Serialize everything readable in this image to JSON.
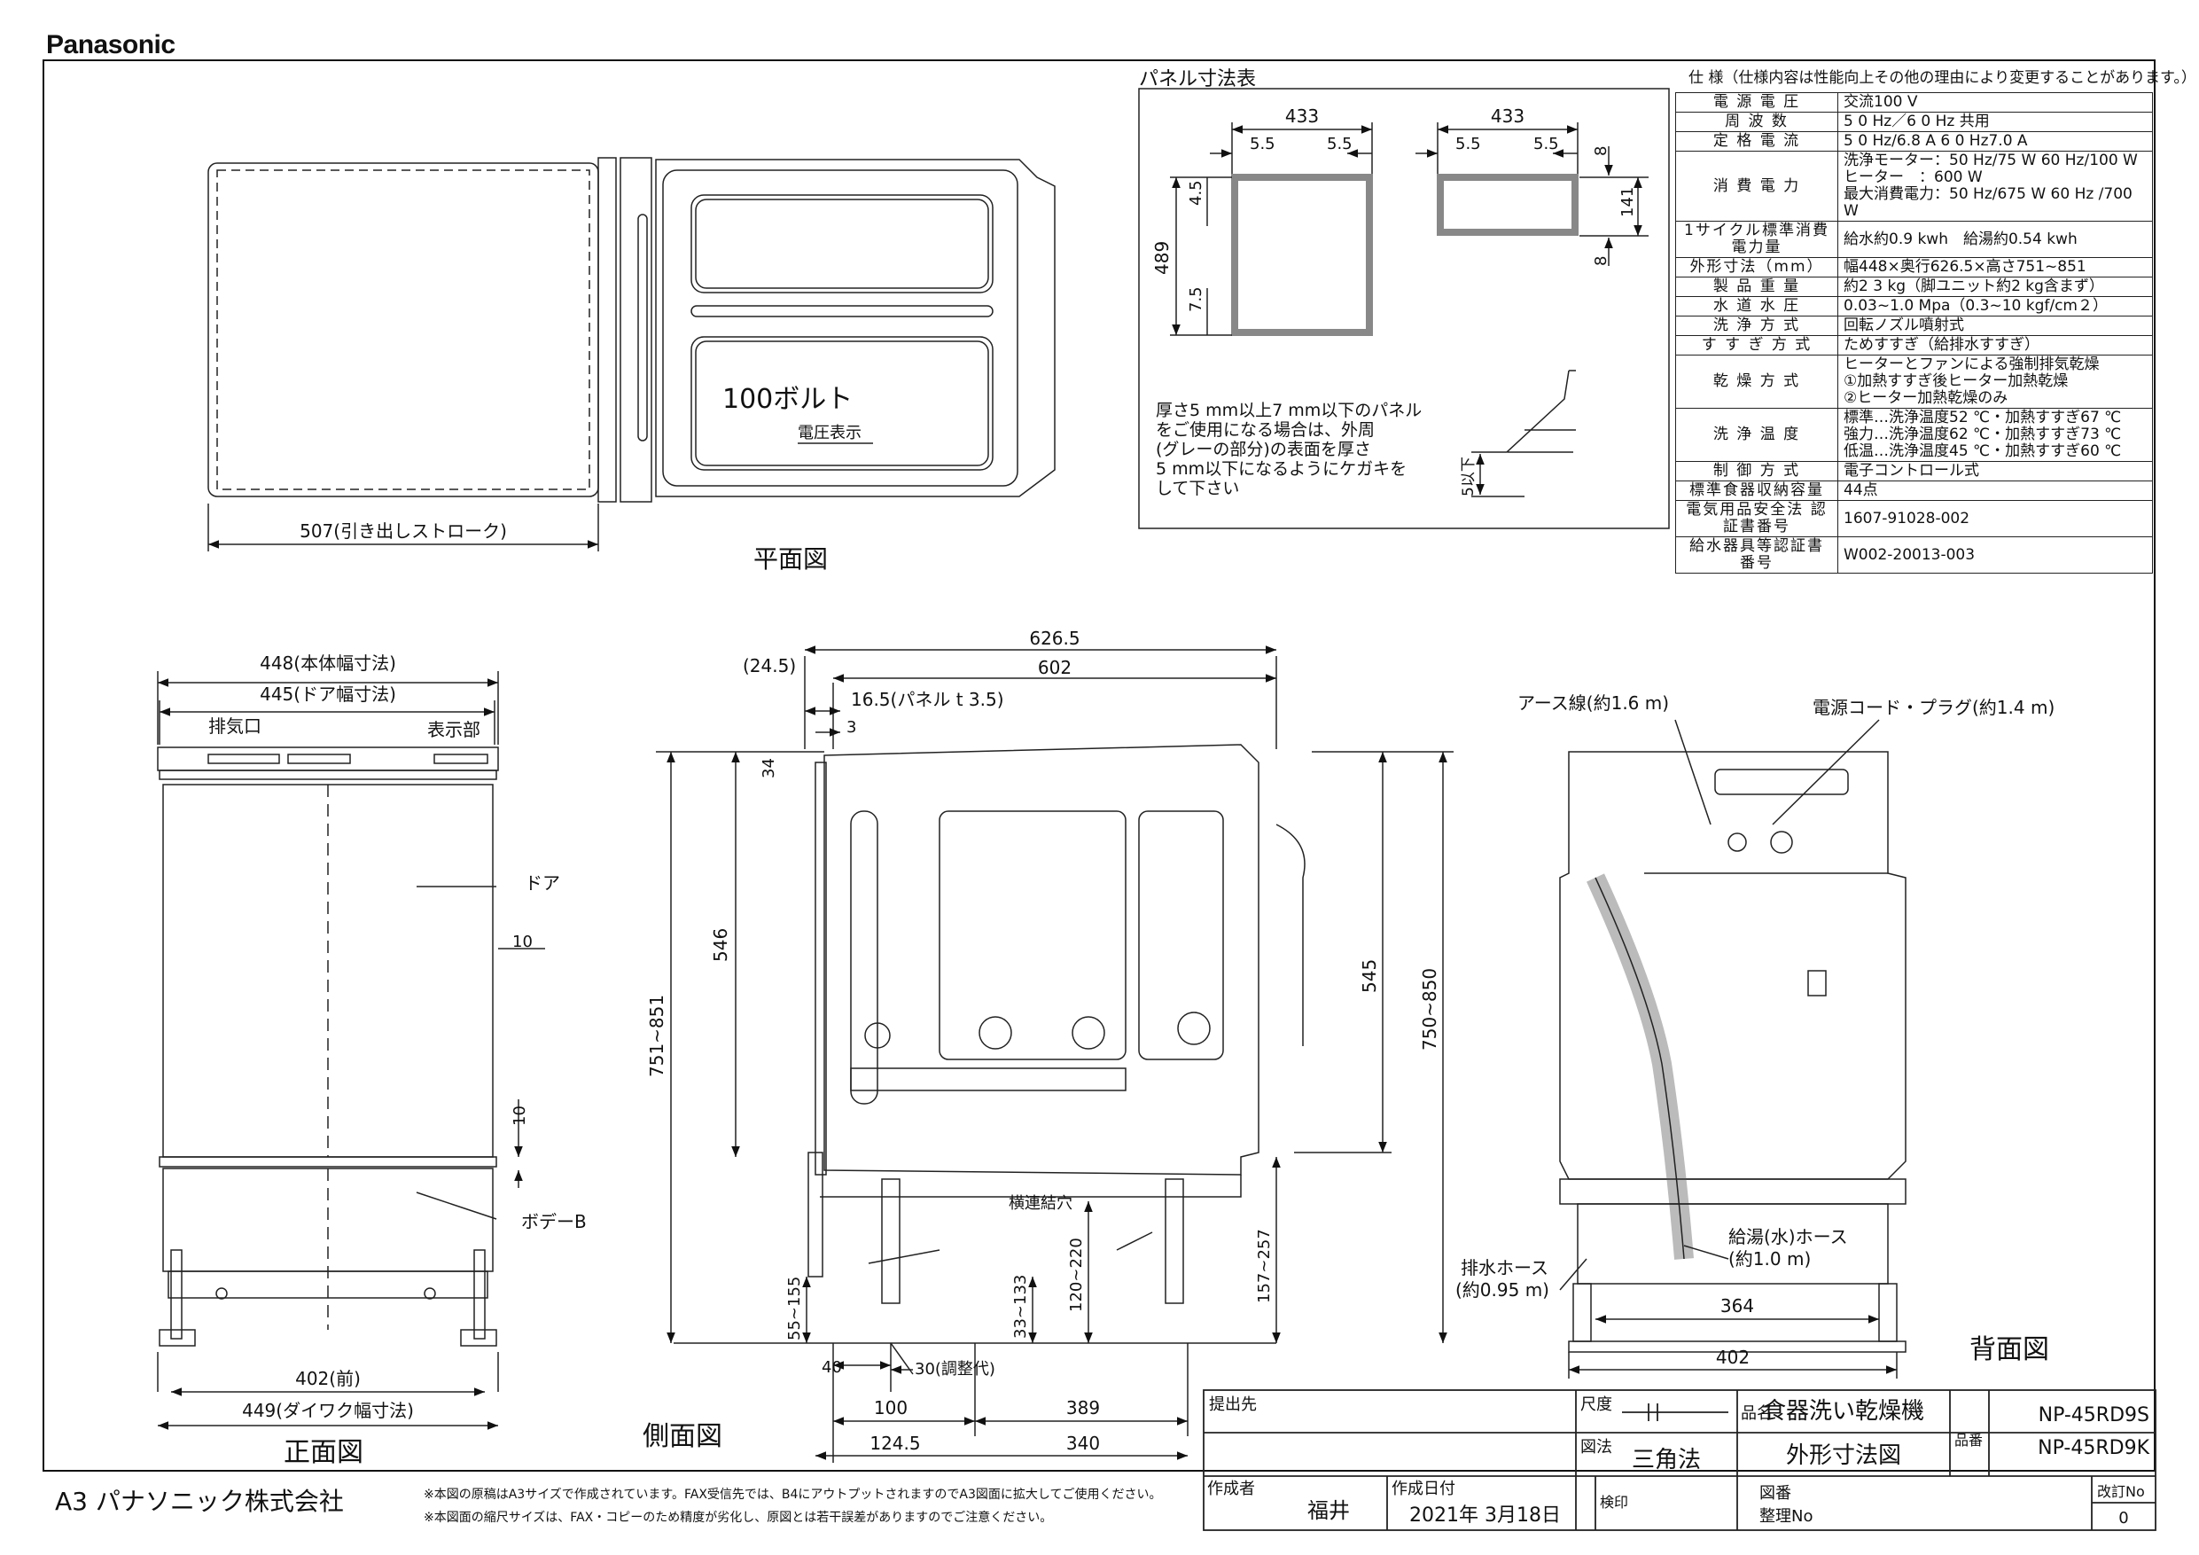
{
  "brand": "Panasonic",
  "views": {
    "plan": "平面図",
    "front": "正面図",
    "side": "側面図",
    "back": "背面図"
  },
  "plan": {
    "stroke": "507(引き出しストローク)",
    "voltage_sticker_big": "100ボルト",
    "voltage_sticker_small": "電圧表示"
  },
  "panel": {
    "title": "パネル寸法表",
    "w433a": "433",
    "w433b": "433",
    "d55a": "5.5",
    "d55b": "5.5",
    "d55c": "5.5",
    "d55d": "5.5",
    "h489": "489",
    "h45": "4.5",
    "h75": "7.5",
    "h141": "141",
    "h8a": "8",
    "h8b": "8",
    "note_lines": [
      "厚さ5 mm以上7 mm以下のパネル",
      "をご使用になる場合は、外周",
      "(グレーの部分)の表面を厚さ",
      "5 mm以下になるようにケガキを",
      "して下さい"
    ],
    "under5": "5以下"
  },
  "spec": {
    "title": "仕 様（仕様内容は性能向上その他の理由により変更することがあります。）",
    "rows": [
      {
        "k": "電 源 電 圧",
        "v": [
          "交流100 V"
        ]
      },
      {
        "k": "周 波 数",
        "v": [
          "5 0 Hz／6 0 Hz 共用"
        ]
      },
      {
        "k": "定 格 電 流",
        "v": [
          "5 0 Hz/6.8 A  6 0 Hz7.0 A"
        ]
      },
      {
        "k": "消 費 電 力",
        "v": [
          "洗浄モーター：50 Hz/75 W  60 Hz/100 W",
          "ヒーター　：600 W",
          "最大消費電力：50 Hz/675 W  60 Hz /700 W"
        ]
      },
      {
        "k": "1サイクル標準消費電力量",
        "v": [
          "給水約0.9 kwh　給湯約0.54 kwh"
        ]
      },
      {
        "k": "外形寸法（mm）",
        "v": [
          "幅448×奥行626.5×高さ751~851"
        ]
      },
      {
        "k": "製 品 重 量",
        "v": [
          "約2 3 kg（脚ユニット約2 kg含まず）"
        ]
      },
      {
        "k": "水 道 水 圧",
        "v": [
          "0.03~1.0 Mpa（0.3~10 kgf/cm２）"
        ]
      },
      {
        "k": "洗 浄 方 式",
        "v": [
          "回転ノズル噴射式"
        ]
      },
      {
        "k": "す す ぎ 方 式",
        "v": [
          "ためすすぎ（給排水すすぎ）"
        ]
      },
      {
        "k": "乾 燥 方 式",
        "v": [
          "ヒーターとファンによる強制排気乾燥",
          "①加熱すすぎ後ヒーター加熱乾燥",
          "②ヒーター加熱乾燥のみ"
        ]
      },
      {
        "k": "洗 浄 温 度",
        "v": [
          "標準…洗浄温度52 ℃・加熱すすぎ67 ℃",
          "強力…洗浄温度62 ℃・加熱すすぎ73 ℃",
          "低温…洗浄温度45 ℃・加熱すすぎ60 ℃"
        ]
      },
      {
        "k": "制 御 方 式",
        "v": [
          "電子コントロール式"
        ]
      },
      {
        "k": "標準食器収納容量",
        "v": [
          "44点"
        ]
      },
      {
        "k": "電気用品安全法 認証書番号",
        "v": [
          "1607-91028-002"
        ]
      },
      {
        "k": "給水器具等認証書番号",
        "v": [
          "W002-20013-003"
        ]
      }
    ]
  },
  "front": {
    "w448": "448(本体幅寸法)",
    "w445": "445(ドア幅寸法)",
    "exhaust": "排気口",
    "display": "表示部",
    "door": "ドア",
    "d10a": "10",
    "d10b": "10",
    "body_b": "ボデーB",
    "w402": "402(前)",
    "w449": "449(ダイワク幅寸法)"
  },
  "side": {
    "d6265": "626.5",
    "d245": "(24.5)",
    "d602": "602",
    "d165": "16.5(パネル t 3.5)",
    "d3": "3",
    "d34": "34",
    "h546": "546",
    "h751": "751~851",
    "h545": "545",
    "h750": "750~850",
    "h157": "157~257",
    "h120": "120~220",
    "h33": "33~133",
    "h55": "55~155",
    "yoko": "横連結穴",
    "d40": "40",
    "d30": "30(調整代)",
    "d100": "100",
    "d389": "389",
    "d1245": "124.5",
    "d340": "340"
  },
  "back": {
    "earth": "アース線(約1.6 m)",
    "cord": "電源コード・プラグ(約1.4 m)",
    "drain": "排水ホース",
    "drain_len": "(約0.95 m)",
    "supply": "給湯(水)ホース",
    "supply_len": "(約1.0 m)",
    "w364": "364",
    "w402": "402"
  },
  "title_block": {
    "submit": "提出先",
    "scale": "尺度",
    "projection_label": "図法",
    "projection": "三角法",
    "item_label": "品名",
    "item": "食器洗い乾燥機",
    "drawing": "外形寸法図",
    "model_label": "品番",
    "model1": "NP-45RD9S",
    "model2": "NP-45RD9K",
    "author_label": "作成者",
    "author": "福井",
    "date_label": "作成日付",
    "date": "2021年 3月18日",
    "check": "検印",
    "dwg_no": "図番",
    "ref_no": "整理No",
    "rev": "改訂No",
    "rev_val": "0"
  },
  "footer": {
    "company": "A3 パナソニック株式会社",
    "note1": "※本図の原稿はA3サイズで作成されています。FAX受信先では、B4にアウトプットされますのでA3図面に拡大してご使用ください。",
    "note2": "※本図面の縮尺サイズは、FAX・コピーのため精度が劣化し、原図とは若干誤差がありますのでご注意ください。"
  }
}
